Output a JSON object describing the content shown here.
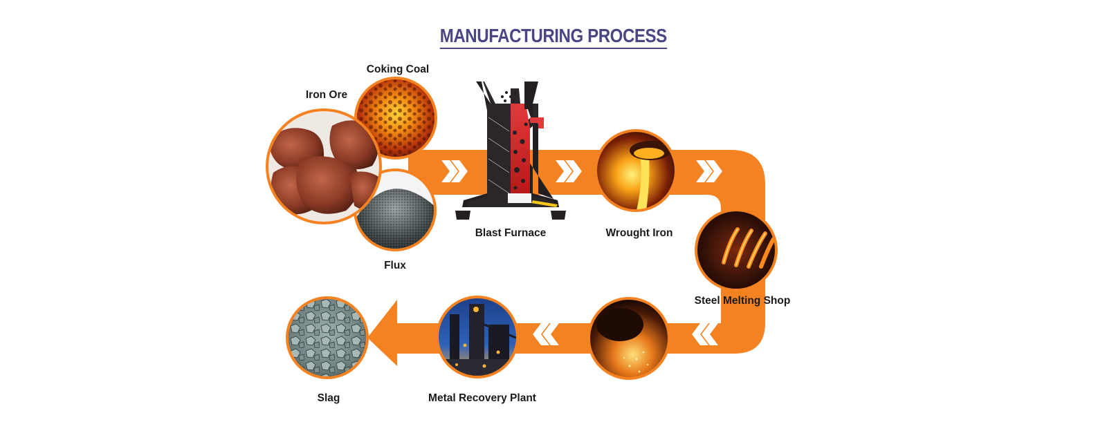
{
  "title": "MANUFACTURING PROCESS",
  "colors": {
    "flow": "#f58220",
    "ring": "#f58220",
    "title": "#4a4583",
    "chevron": "#ffffff"
  },
  "nodes": {
    "iron_ore": "Iron Ore",
    "coking_coal": "Coking Coal",
    "flux": "Flux",
    "blast_furnace": "Blast Furnace",
    "wrought_iron": "Wrought Iron",
    "steel_melting_shop": "Steel Melting Shop",
    "ladle": "",
    "metal_recovery_plant": "Metal Recovery Plant",
    "slag": "Slag"
  },
  "icons": {
    "chevrons": "double-chevron-icon",
    "arrow_head": "flow-arrow-head-icon"
  }
}
